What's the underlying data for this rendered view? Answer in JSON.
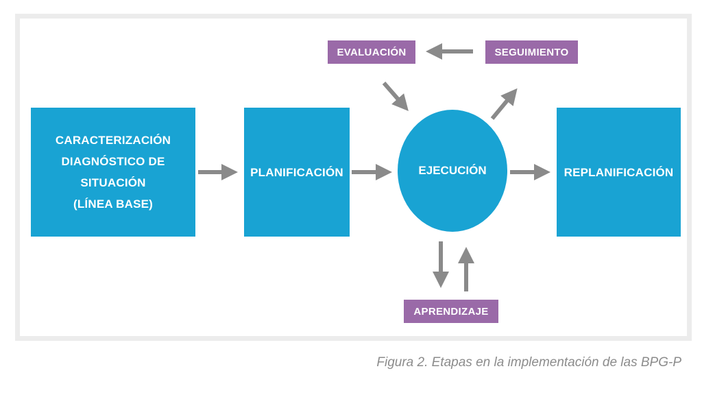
{
  "boxes": {
    "caracterizacion_lines": [
      "CARACTERIZACIÓN",
      "DIAGNÓSTICO DE",
      "SITUACIÓN",
      "(LÍNEA BASE)"
    ],
    "planificacion": "PLANIFICACIÓN",
    "ejecucion": "EJECUCIÓN",
    "replanificacion": "REPLANIFICACIÓN"
  },
  "tags": {
    "evaluacion": "EVALUACIÓN",
    "seguimiento": "SEGUIMIENTO",
    "aprendizaje": "APRENDIZAJE"
  },
  "caption": "Figura 2. Etapas en la implementación de las BPG-P",
  "colors": {
    "box": "#19a3d3",
    "tag": "#9a6aa8",
    "arrow": "#8a8a8a",
    "caption": "#8c8c8c",
    "frame": "#ececec"
  }
}
